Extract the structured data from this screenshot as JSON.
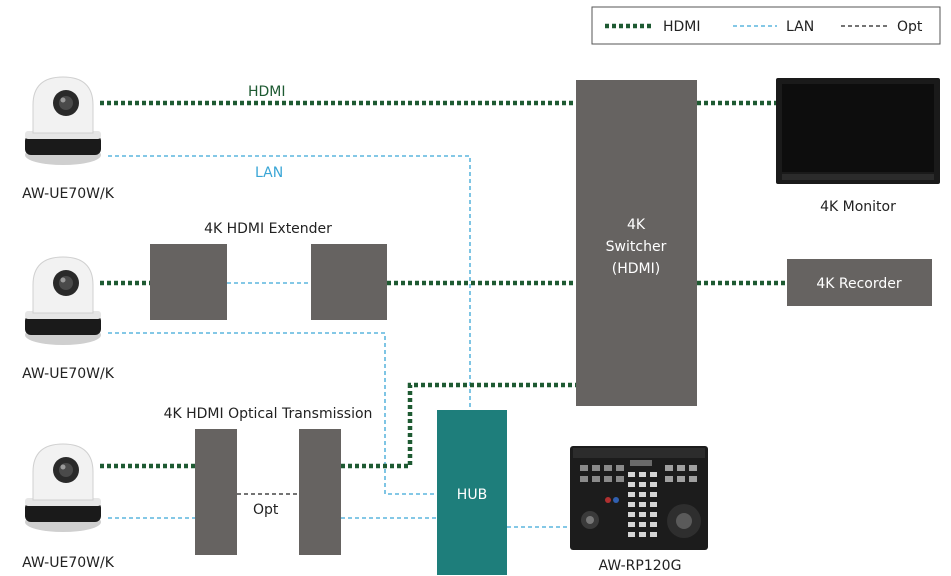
{
  "legend": {
    "hdmi": "HDMI",
    "lan": "LAN",
    "opt": "Opt"
  },
  "colors": {
    "hdmi": "#1e5a32",
    "lan": "#3aa6d6",
    "opt": "#222222",
    "device_box": "#666361",
    "hub": "#1e7e7b"
  },
  "cameras": [
    {
      "label": "AW-UE70W/K"
    },
    {
      "label": "AW-UE70W/K"
    },
    {
      "label": "AW-UE70W/K"
    }
  ],
  "line_labels": {
    "hdmi": "HDMI",
    "lan": "LAN",
    "opt": "Opt"
  },
  "devices": {
    "extender_title": "4K HDMI Extender",
    "optical_title": "4K HDMI Optical Transmission",
    "switcher": [
      "4K",
      "Switcher",
      "(HDMI)"
    ],
    "hub": "HUB",
    "recorder": "4K Recorder",
    "monitor": "4K Monitor",
    "controller": "AW-RP120G"
  }
}
